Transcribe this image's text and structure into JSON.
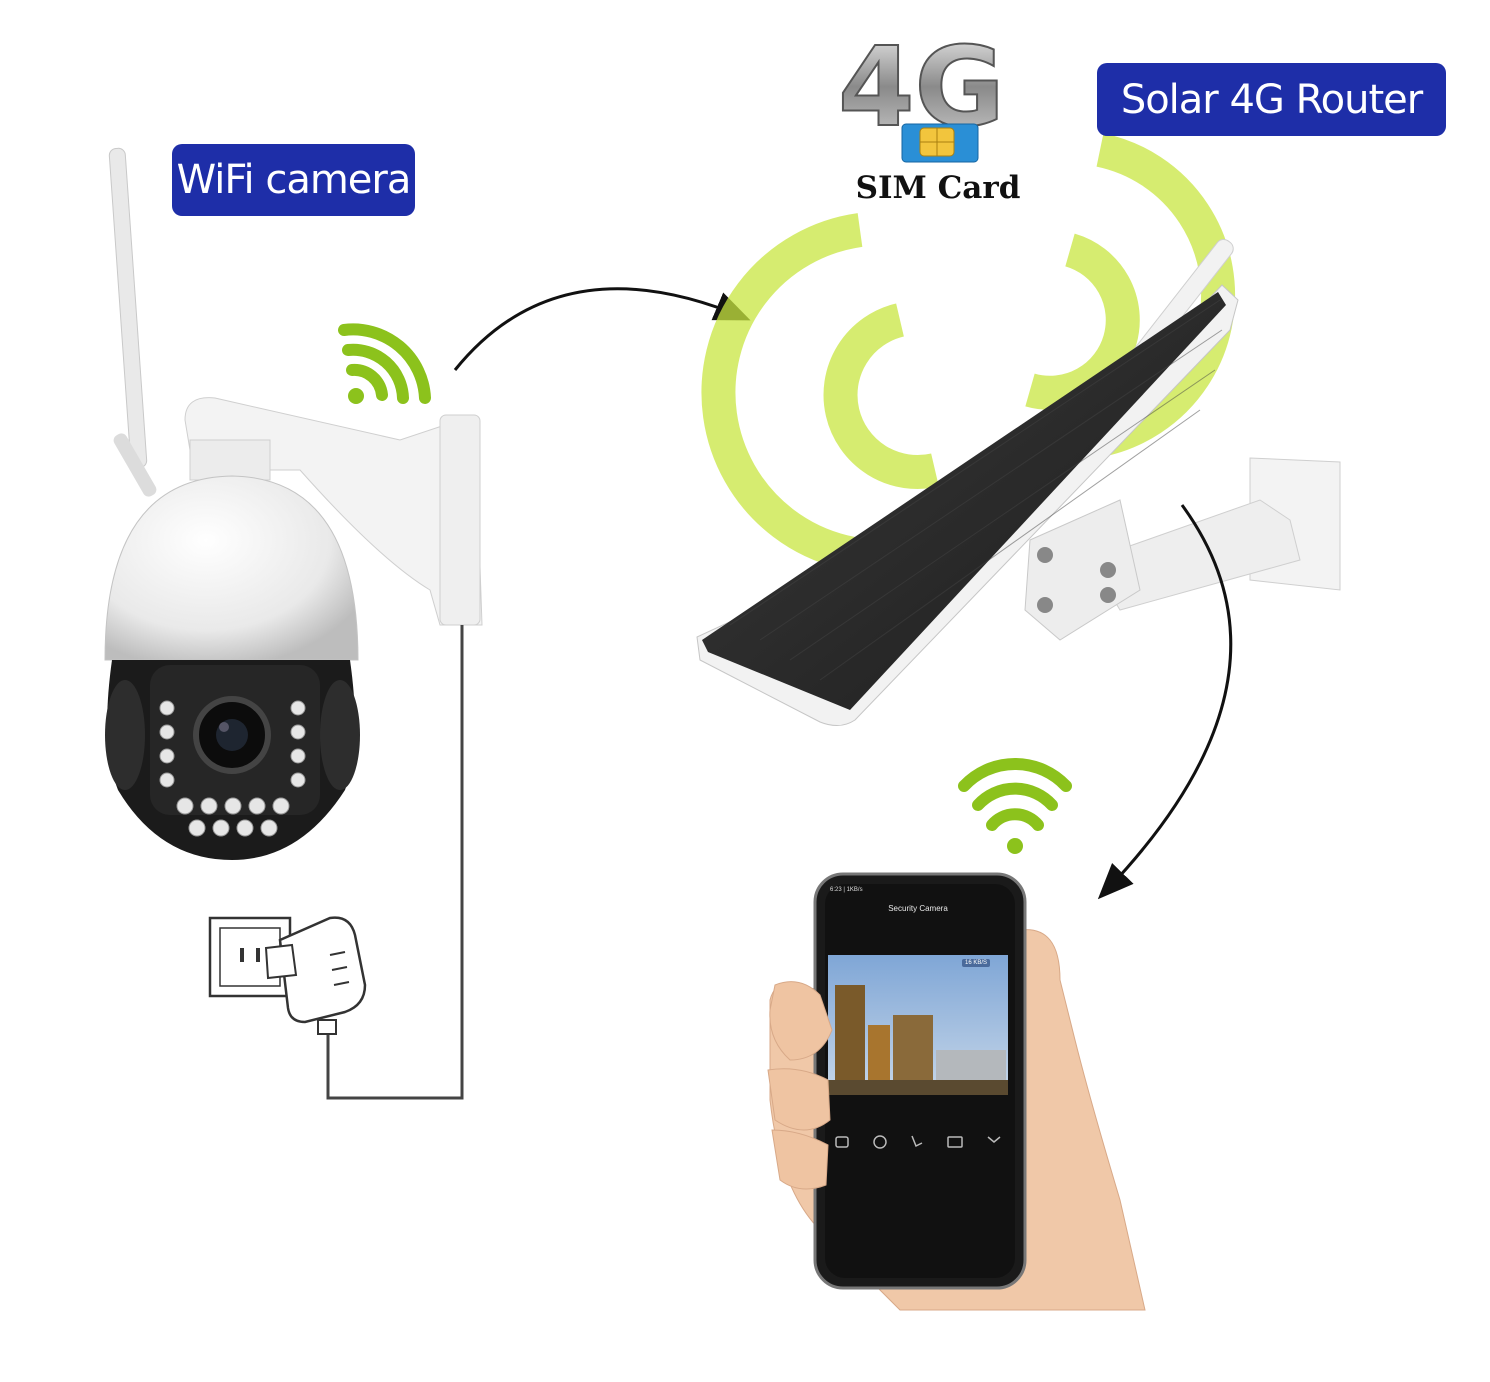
{
  "labels": {
    "wifi_camera": "WiFi camera",
    "solar_router": "Solar 4G Router",
    "sim_card": "SIM Card",
    "fourg_logo": "4G"
  },
  "phone_app": {
    "title": "Security Camera",
    "time": "6:23 | 1KB/s",
    "data_rate": "16 KB/S"
  },
  "colors": {
    "label_bg": "#1e2ea8",
    "wifi_signal": "#8cc21c",
    "signal_wave": "#c8e640",
    "panel": "#2b2b2b"
  },
  "icons": [
    "wifi-signal-icon",
    "sim-chip-icon",
    "power-outlet-icon",
    "power-adapter-icon",
    "arrow-icon"
  ]
}
